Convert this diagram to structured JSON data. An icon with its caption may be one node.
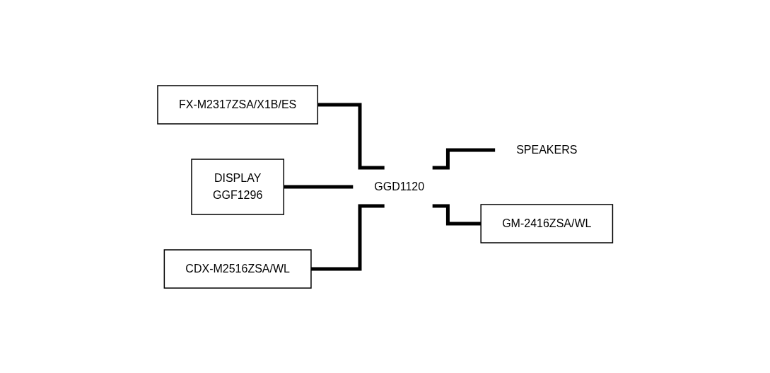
{
  "diagram": {
    "nodes": [
      {
        "text": [
          "FX-M2317ZSA/X1B/ES"
        ]
      },
      {
        "text": [
          "DISPLAY",
          "GGF1296"
        ]
      },
      {
        "text": [
          "CDX-M2516ZSA/WL"
        ]
      },
      {
        "text": [
          "GGD1120"
        ]
      },
      {
        "text": [
          "SPEAKERS"
        ]
      },
      {
        "text": [
          "GM-2416ZSA/WL"
        ]
      }
    ],
    "edges": [
      {
        "from": 0,
        "to": 3,
        "arrow": "none"
      },
      {
        "from": 1,
        "to": 3,
        "arrow": "none"
      },
      {
        "from": 2,
        "to": 3,
        "arrow": "none"
      },
      {
        "from": 3,
        "to": 4,
        "arrow": "none"
      },
      {
        "from": 3,
        "to": 5,
        "arrow": "none"
      }
    ]
  }
}
